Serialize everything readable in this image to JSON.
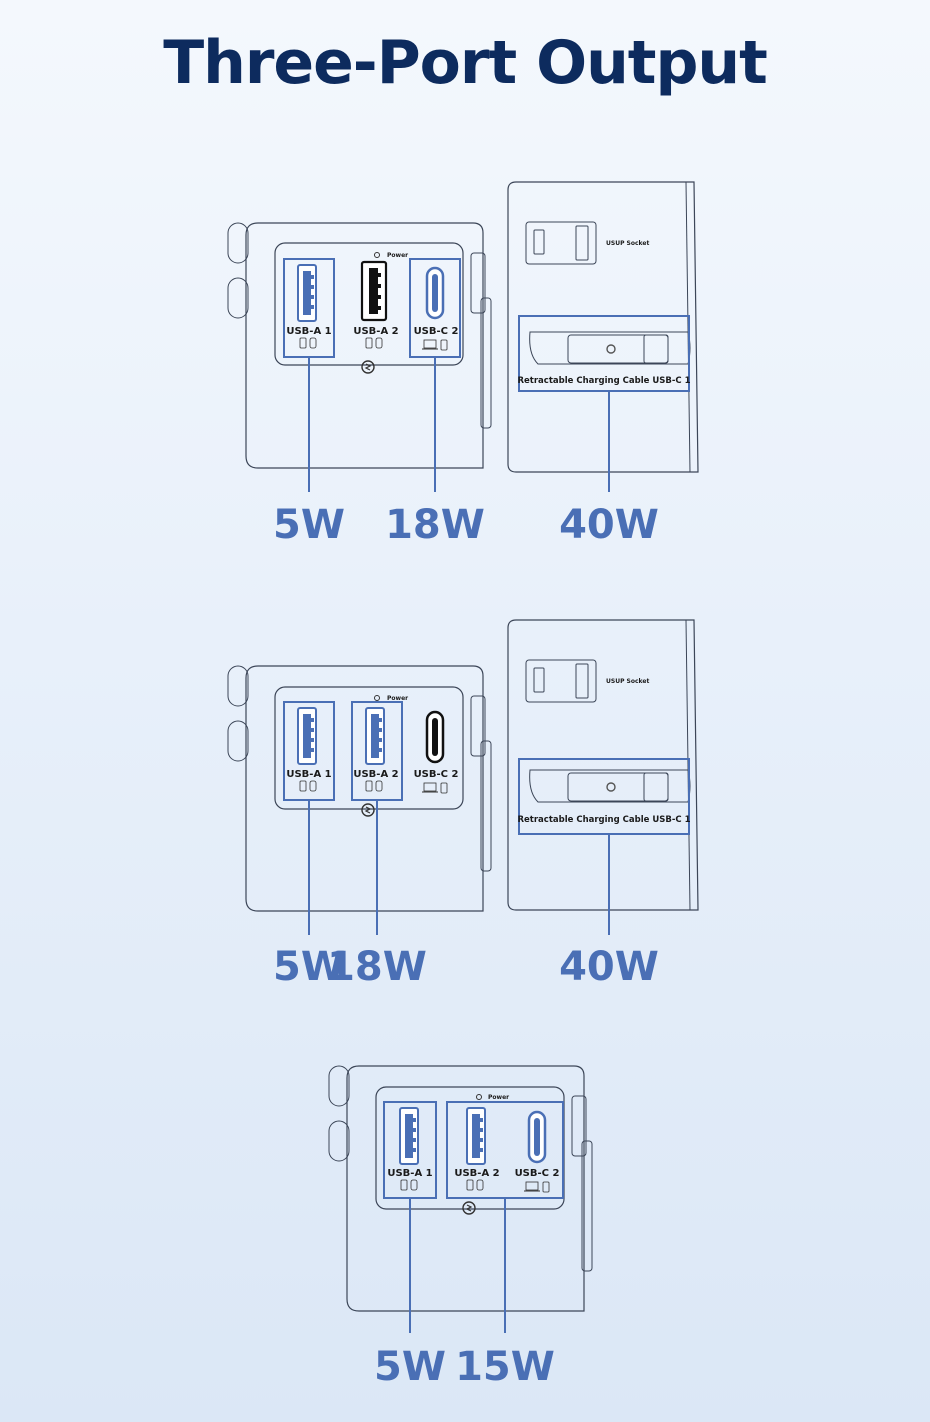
{
  "title": "Three-Port Output",
  "labels": {
    "power": "Power",
    "usb_a1": "USB-A 1",
    "usb_a2": "USB-A 2",
    "usb_c2": "USB-C 2",
    "socket": "USUP Socket",
    "cable": "Retractable Charging Cable  USB-C 1"
  },
  "scenarios": [
    {
      "id": 1,
      "outputs": [
        "5W",
        "18W",
        "40W"
      ]
    },
    {
      "id": 2,
      "outputs": [
        "5W",
        "18W",
        "40W"
      ]
    },
    {
      "id": 3,
      "outputs": [
        "5W",
        "15W"
      ]
    }
  ],
  "colors": {
    "title": "#0d2b5e",
    "accent": "#4a6fb5",
    "outline": "#3c4658"
  }
}
